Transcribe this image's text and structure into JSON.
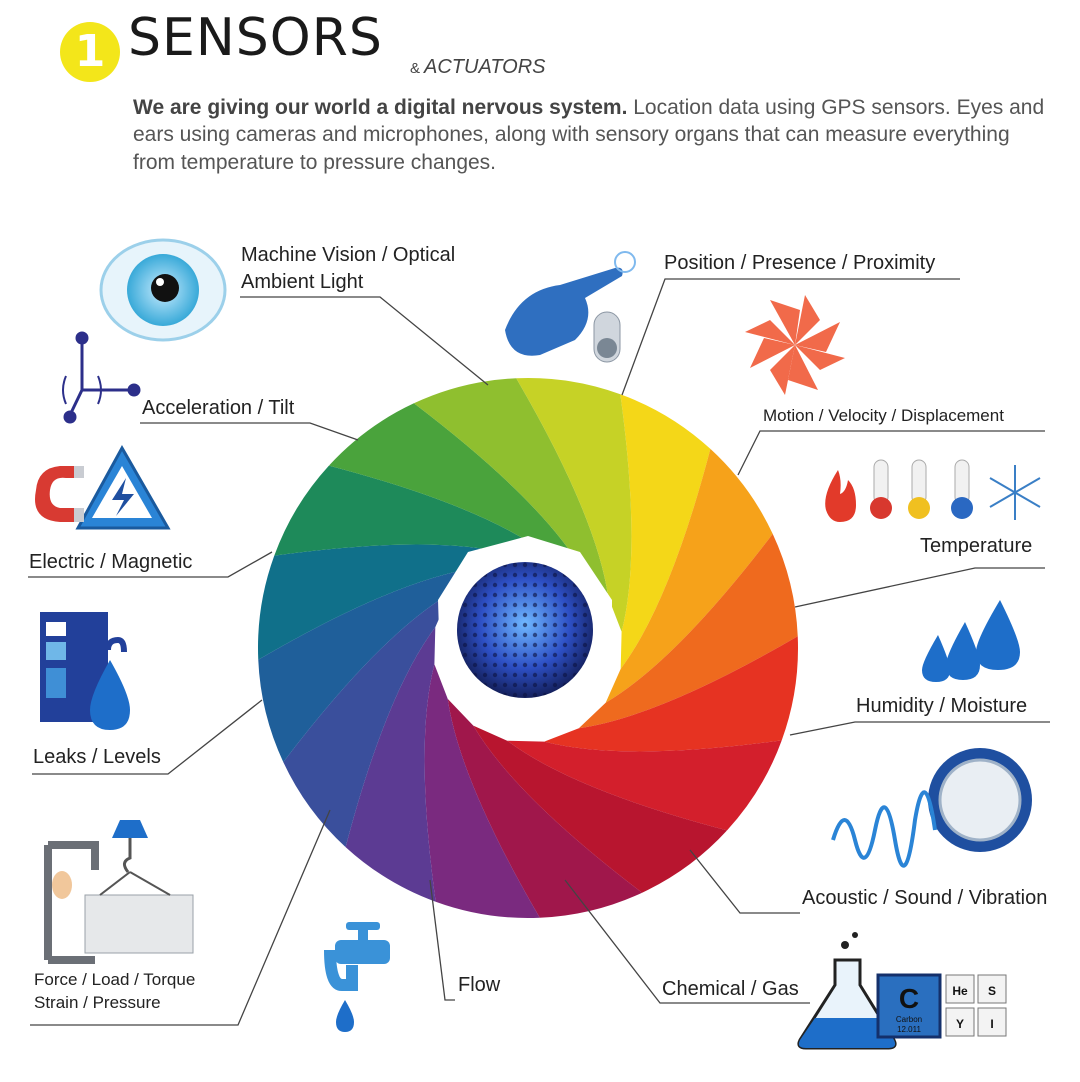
{
  "header": {
    "badge_number": "1",
    "title": "SENSORS",
    "subtitle_amp": "&",
    "subtitle": "ACTUATORS",
    "intro_bold": "We are giving our world a digital nervous system.",
    "intro_rest": " Location data using GPS sensors. Eyes and ears using cameras and microphones, along with sensory organs that can measure everything from temperature to pressure changes."
  },
  "sensors": {
    "vision_line1": "Machine Vision / Optical",
    "vision_line2": "Ambient Light",
    "position": "Position / Presence / Proximity",
    "acceleration": "Acceleration / Tilt",
    "motion": "Motion / Velocity / Displacement",
    "electric": "Electric / Magnetic",
    "temperature": "Temperature",
    "leaks": "Leaks / Levels",
    "humidity": "Humidity / Moisture",
    "acoustic": "Acoustic / Sound / Vibration",
    "force_line1": "Force / Load / Torque",
    "force_line2": "Strain / Pressure",
    "flow": "Flow",
    "chemical": "Chemical / Gas"
  },
  "periodic_tiles": {
    "main_symbol": "C",
    "main_name": "Carbon",
    "main_number": "12.011",
    "tile_he": "He",
    "tile_s": "S",
    "tile_y": "Y",
    "tile_i": "I"
  },
  "wheel_colors": [
    "#f4d718",
    "#f6a21a",
    "#ef6a1e",
    "#e63322",
    "#d31f2c",
    "#b8152f",
    "#a0174b",
    "#7a2a7f",
    "#5c3b93",
    "#3a4f9c",
    "#1f5f9a",
    "#10708a",
    "#1e8a5a",
    "#4aa33c",
    "#8fbf2f",
    "#c6d226"
  ]
}
